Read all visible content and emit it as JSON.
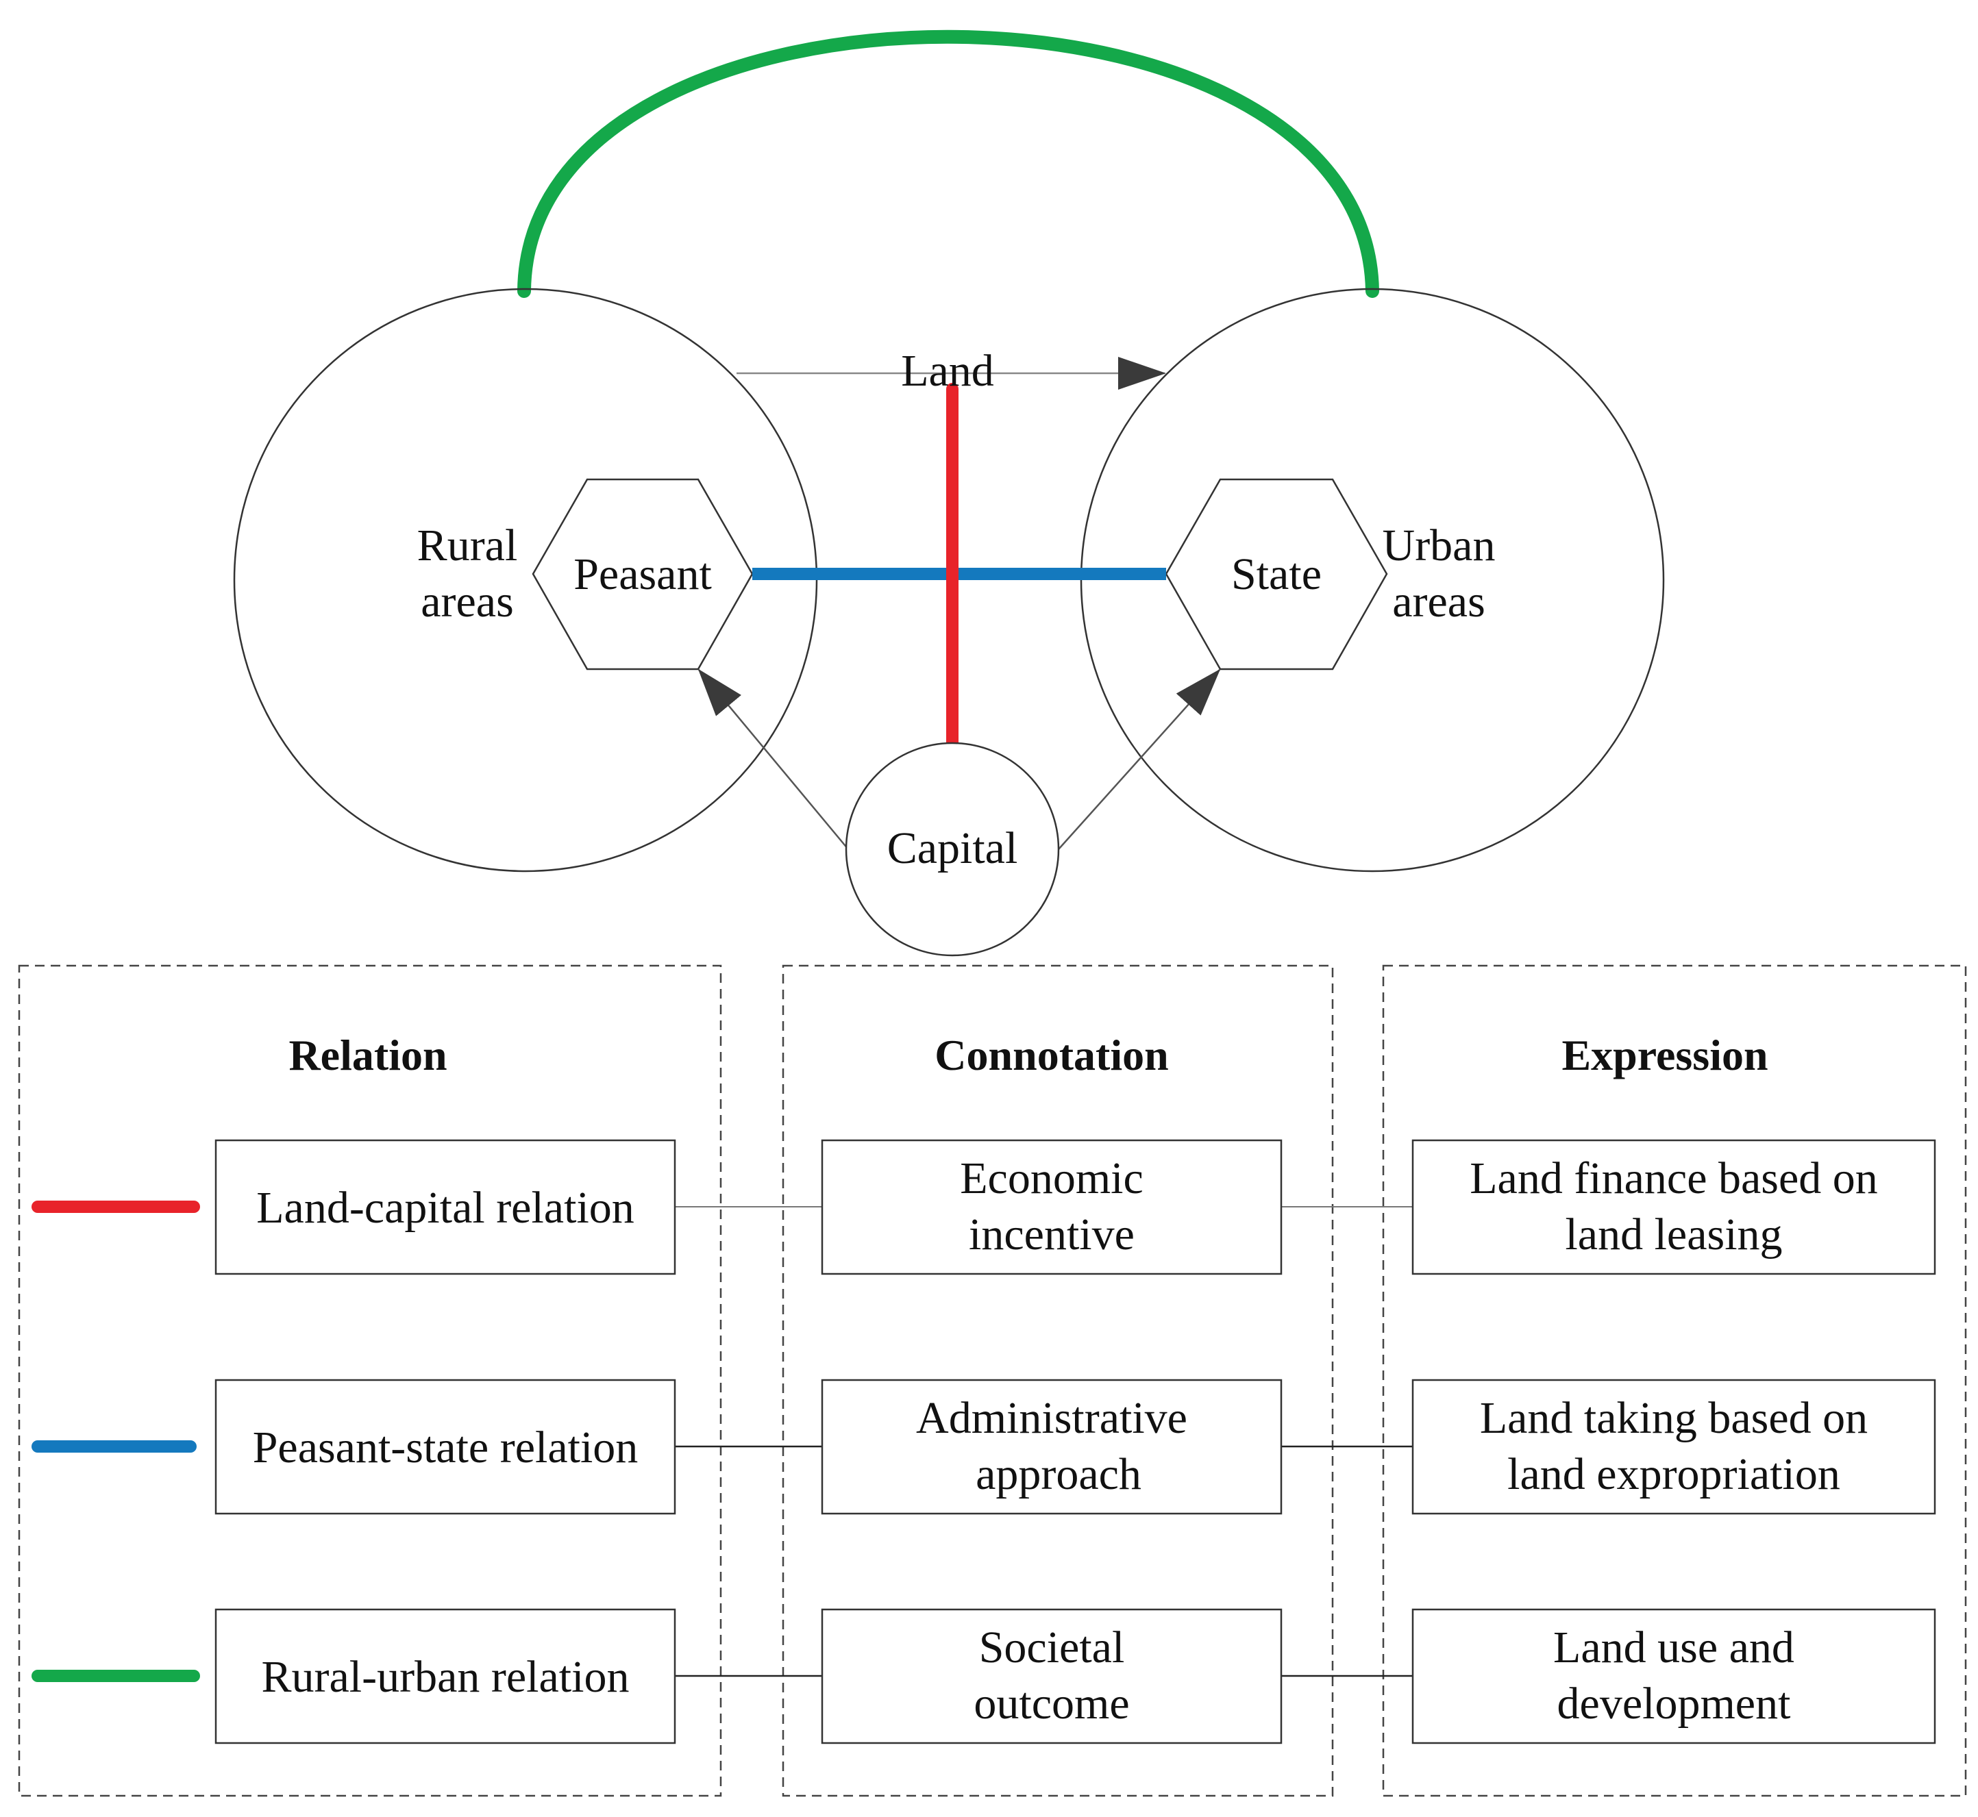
{
  "diagram": {
    "nodes": {
      "land": "Land",
      "rural": [
        "Rural",
        "areas"
      ],
      "peasant": "Peasant",
      "state": "State",
      "urban": [
        "Urban",
        "areas"
      ],
      "capital": "Capital"
    },
    "columns": {
      "relation": "Relation",
      "connotation": "Connotation",
      "expression": "Expression"
    },
    "rows": [
      {
        "color": "#e8232a",
        "relation": "Land-capital relation",
        "connotation": [
          "Economic",
          "incentive"
        ],
        "expression": [
          "Land finance based on",
          "land leasing"
        ]
      },
      {
        "color": "#1479be",
        "relation": "Peasant-state relation",
        "connotation": [
          "Administrative",
          "approach"
        ],
        "expression": [
          "Land taking based on",
          "land expropriation"
        ]
      },
      {
        "color": "#14a84a",
        "relation": "Rural-urban relation",
        "connotation": [
          "Societal",
          "outcome"
        ],
        "expression": [
          "Land use and",
          "development"
        ]
      }
    ],
    "colors": {
      "land_capital": "#e8232a",
      "peasant_state": "#1479be",
      "rural_urban": "#14a84a"
    }
  }
}
